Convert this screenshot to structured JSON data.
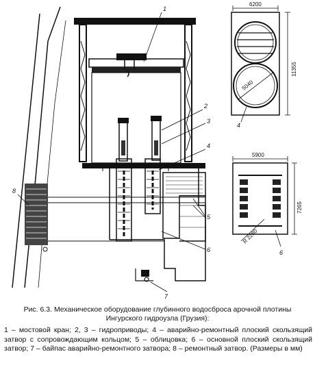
{
  "labels": {
    "l1": "1",
    "l2": "2",
    "l3": "3",
    "l4": "4",
    "l5": "5",
    "l6": "6",
    "l7": "7",
    "l8": "8",
    "l4b": "4",
    "l6b": "6"
  },
  "dimensions": {
    "d6200": "6200",
    "d11355": "11355",
    "d5040": "5040",
    "d5900": "5900",
    "d7265": "7265",
    "dR2280": "R 2280"
  },
  "caption": {
    "line1": "Рис. 6.3. Механическое оборудование глубинного водосброса арочной плотины",
    "line2": "Ингурского гидроузла (Грузия):"
  },
  "legend": "1 – мостовой кран; 2, 3 – гидроприводы; 4 – аварийно-ремонтный плоский скользящий затвор с сопровождающим кольцом; 5 – облицовка; 6 – основной плоский скользящий затвор; 7 – байпас аварийно-ремонтного затвора; 8 – ремонтный затвор. (Размеры в мм)"
}
